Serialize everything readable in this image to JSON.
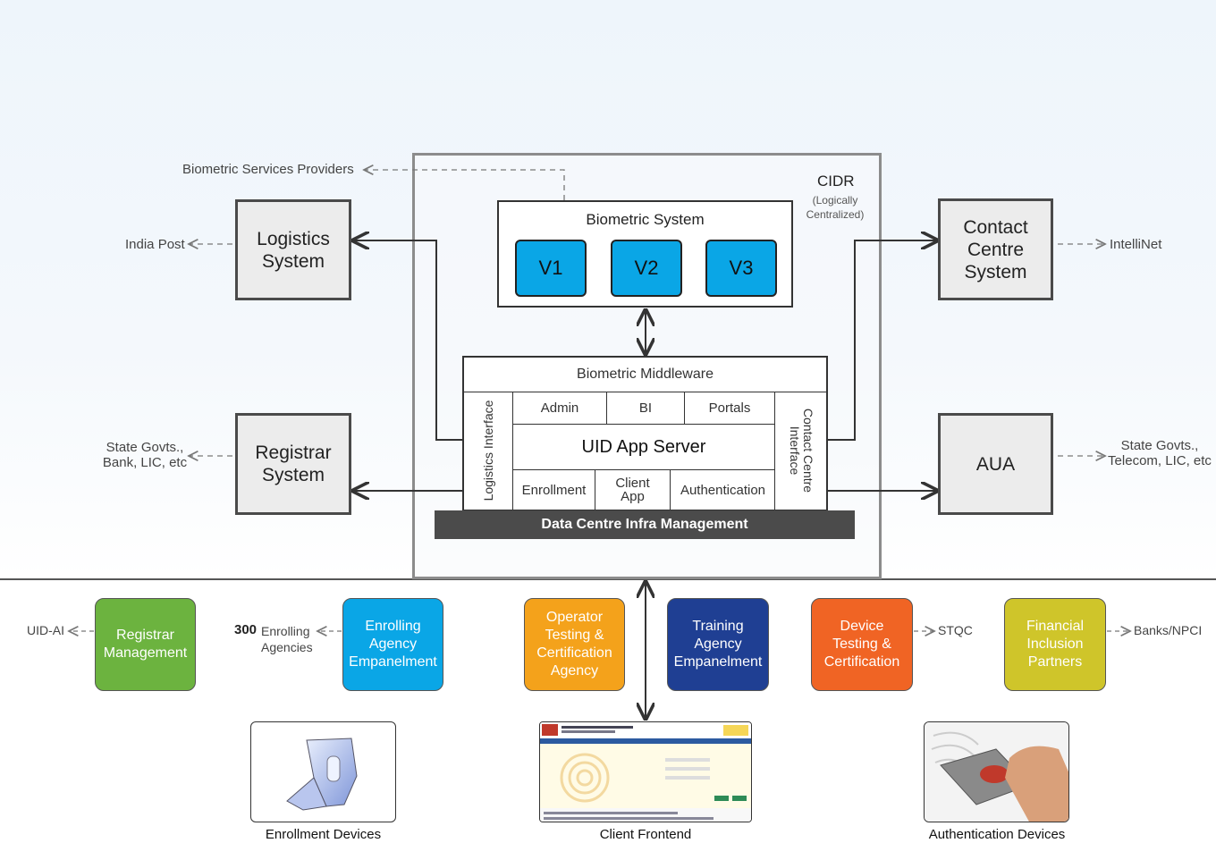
{
  "cidr": {
    "title": "CIDR",
    "subtitle": "(Logically Centralized)"
  },
  "biometric_system": {
    "title": "Biometric System",
    "v1": "V1",
    "v2": "V2",
    "v3": "V3"
  },
  "middleware": {
    "title": "Biometric Middleware",
    "admin": "Admin",
    "bi": "BI",
    "portals": "Portals",
    "app_server": "UID App Server",
    "enrollment": "Enrollment",
    "client_app": "Client App",
    "authentication": "Authentication",
    "logistics_interface": "Logistics Interface",
    "contact_interface": "Contact Centre Interface"
  },
  "infra": "Data Centre Infra Management",
  "external_systems": {
    "logistics": "Logistics System",
    "registrar": "Registrar System",
    "contact_centre": "Contact Centre System",
    "aua": "AUA"
  },
  "external_labels": {
    "bsp": "Biometric Services Providers",
    "india_post": "India Post",
    "state_bank": "State Govts., Bank, LIC, etc",
    "intellinet": "IntelliNet",
    "state_telecom": "State Govts., Telecom, LIC, etc"
  },
  "agencies": {
    "registrar_mgmt": "Registrar Management",
    "enrolling": "Enrolling Agency Empanelment",
    "operator": "Operator Testing & Certification Agency",
    "training": "Training Agency Empanelment",
    "device": "Device Testing & Certification",
    "financial": "Financial Inclusion Partners"
  },
  "agency_labels": {
    "uidai": "UID-AI",
    "enrolling_count": "300",
    "enrolling_text": "Enrolling Agencies",
    "stqc": "STQC",
    "banks": "Banks/NPCI"
  },
  "devices": {
    "enrollment": "Enrollment Devices",
    "client": "Client Frontend",
    "authentication": "Authentication Devices"
  },
  "colors": {
    "registrar_mgmt": "#6cb33f",
    "enrolling": "#0aa6e6",
    "operator": "#f4a21b",
    "training": "#1f3f93",
    "device": "#f06424",
    "financial": "#cfc52a",
    "v_box": "#0aa6e6"
  }
}
